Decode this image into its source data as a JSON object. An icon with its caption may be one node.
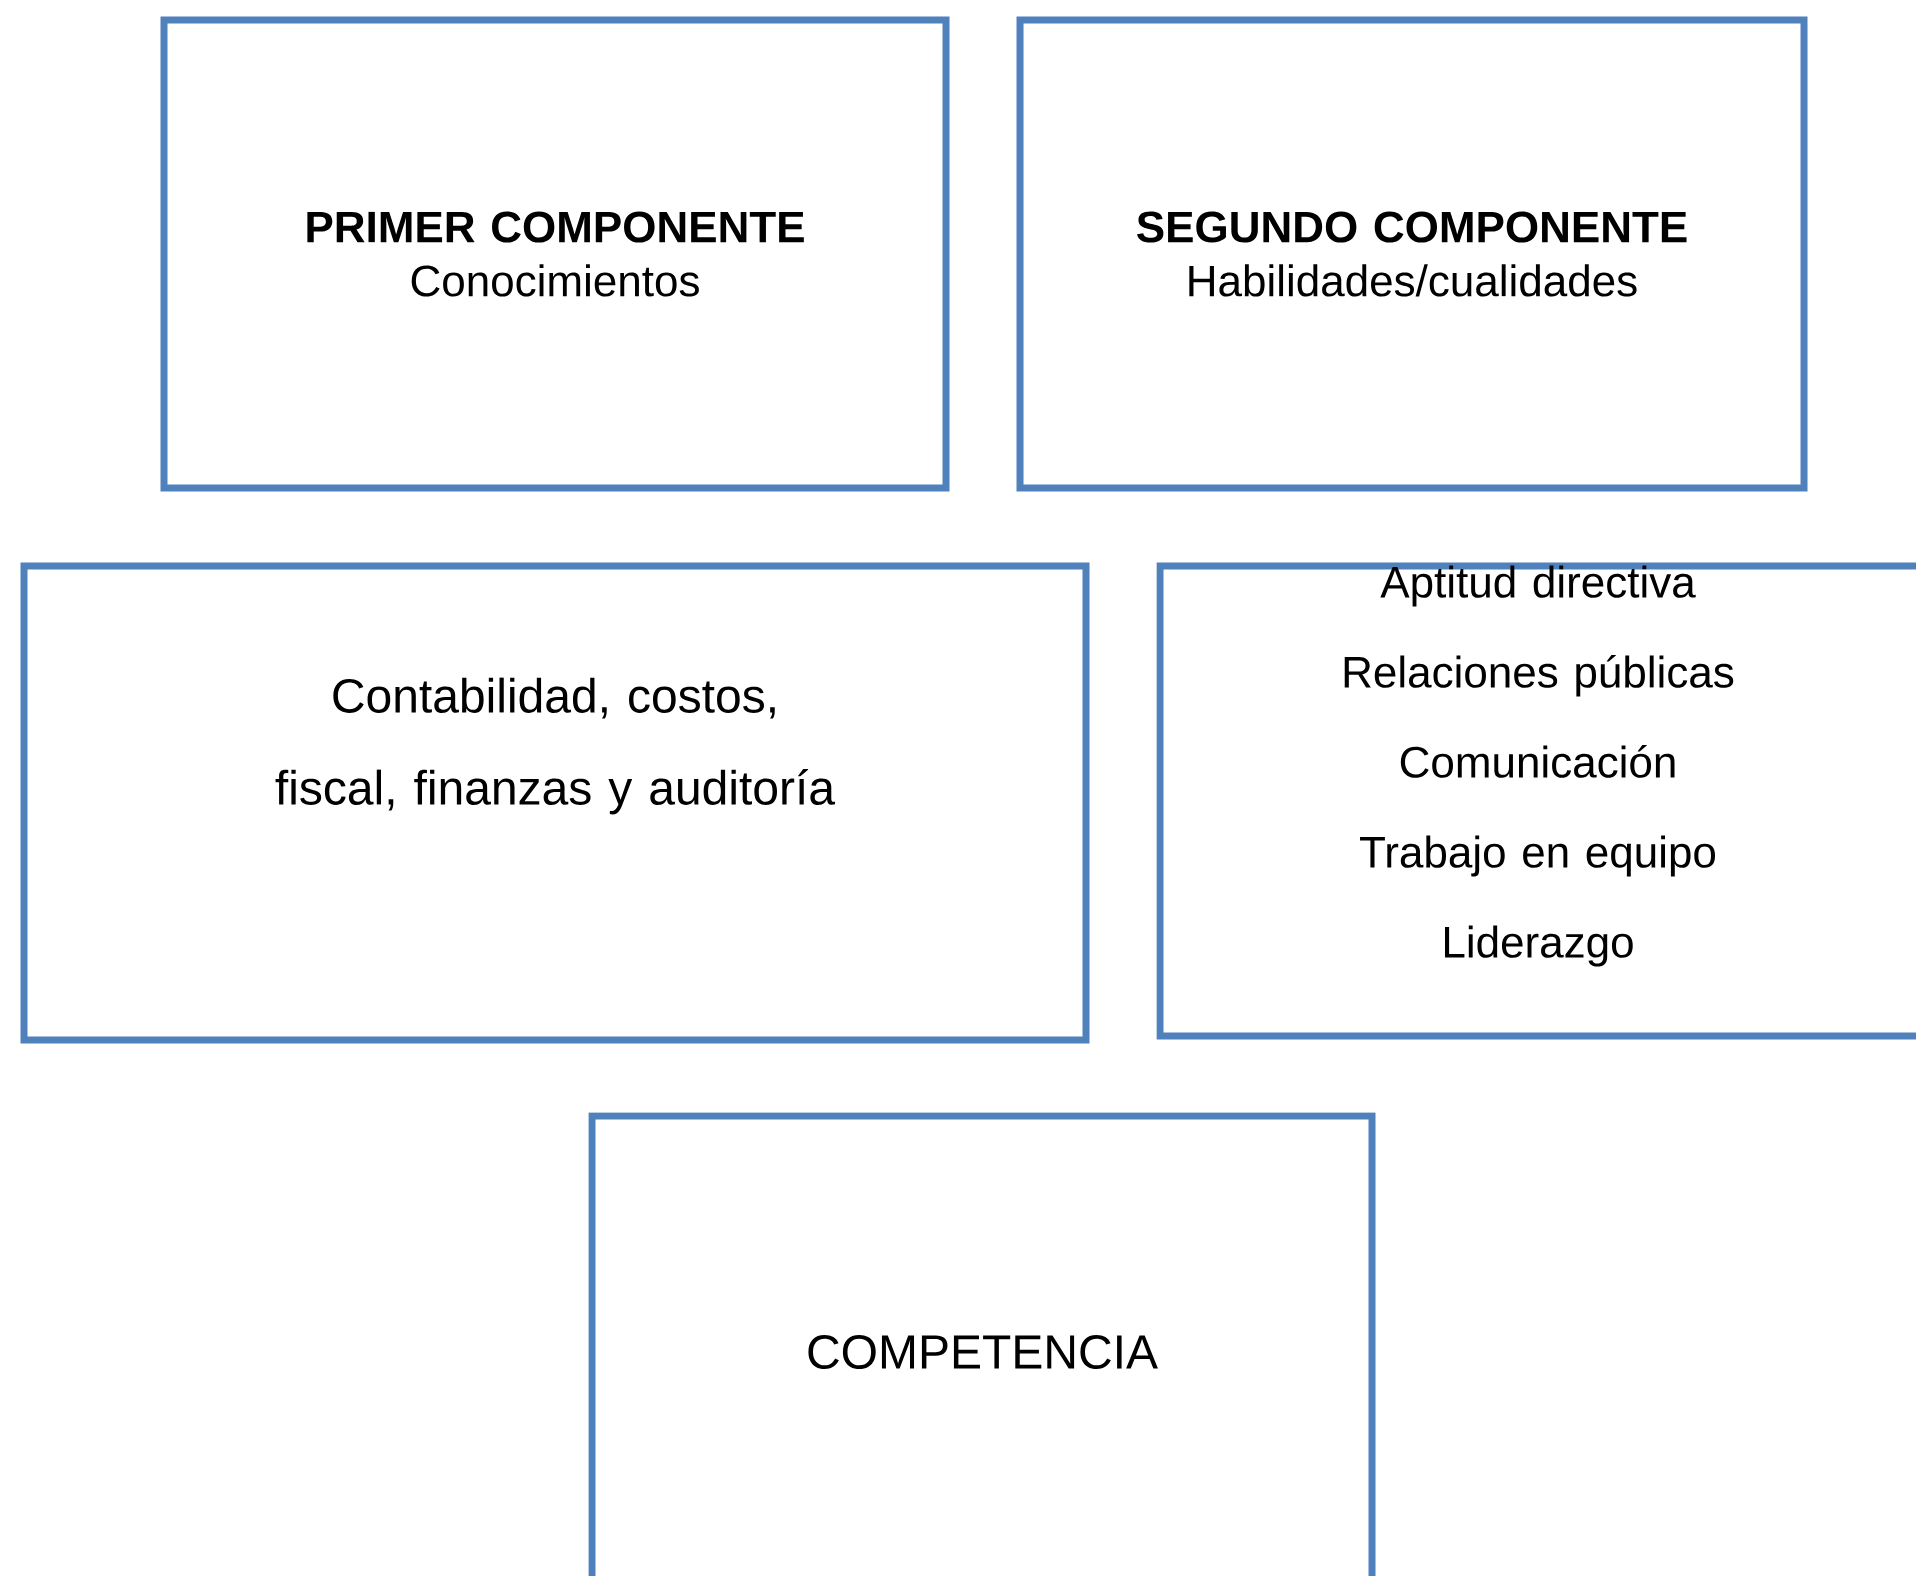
{
  "diagram": {
    "nodes": [
      {
        "text": [
          "PRIMER COMPONENTE",
          "Conocimientos"
        ]
      },
      {
        "text": [
          "SEGUNDO COMPONENTE",
          "Habilidades/cualidades"
        ]
      },
      {
        "text": [
          "Contabilidad, costos, fiscal, finanzas y auditoría"
        ]
      },
      {
        "text": [
          "Aptitud directiva",
          "Relaciones públicas",
          "Comunicación",
          "Trabajo en equipo",
          "Liderazgo"
        ]
      },
      {
        "text": [
          "COMPETENCIA"
        ]
      }
    ]
  }
}
